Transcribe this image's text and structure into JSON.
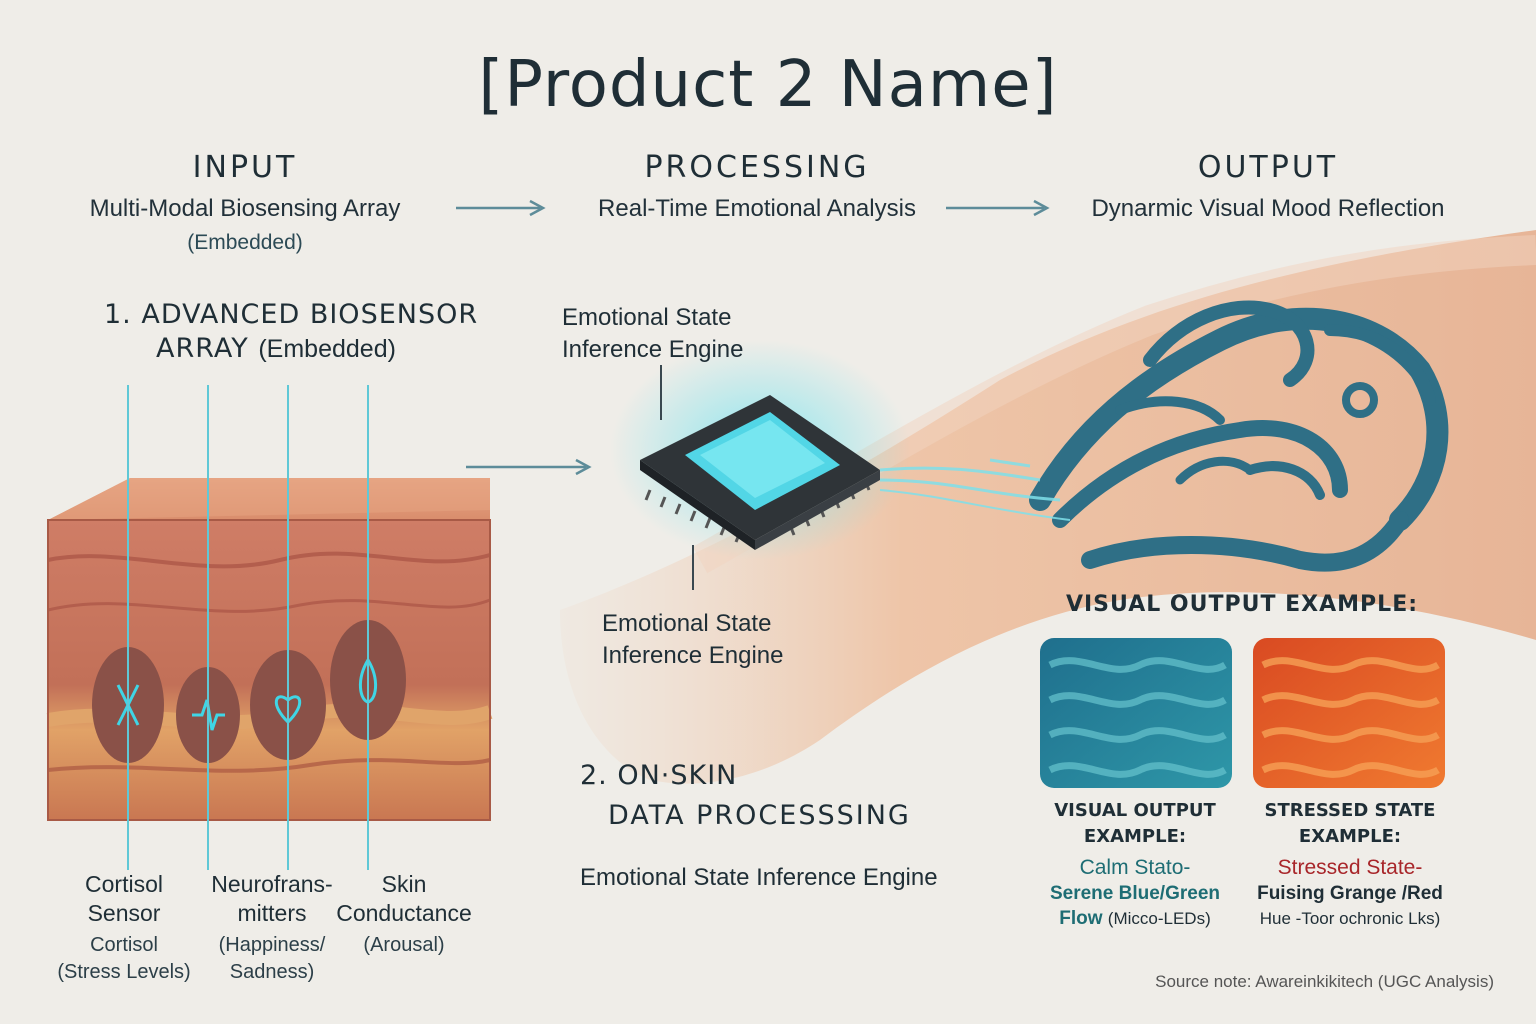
{
  "title": "[Product 2 Name]",
  "stages": [
    {
      "heading": "INPUT",
      "subtitle": "Multi-Modal Biosensing Array",
      "note": "(Embedded)"
    },
    {
      "heading": "PROCESSING",
      "subtitle": "Real-Time Emotional Analysis"
    },
    {
      "heading": "OUTPUT",
      "subtitle": "Dynarmic Visual Mood Reflection"
    }
  ],
  "section1": {
    "line1": "1. ADVANCED BIOSENSOR",
    "line2": "ARRAY",
    "line2_suffix": "(Embedded)"
  },
  "chip": {
    "label_top_1": "Emotional State",
    "label_top_2": "Inference Engine",
    "label_bottom_1": "Emotional State",
    "label_bottom_2": "Inference Engine"
  },
  "sensors": [
    {
      "name_1": "Cortisol",
      "name_2": "Sensor",
      "desc_1": "Cortisol",
      "desc_2": "(Stress Levels)"
    },
    {
      "name_1": "Neurofrans-",
      "name_2": "mitters",
      "desc_1": "(Happiness/",
      "desc_2": "Sadness)"
    },
    {
      "name_1": "Skin",
      "name_2": "Conductance",
      "desc_1": "(Arousal)",
      "desc_2": ""
    }
  ],
  "section2": {
    "line1": "2. ON·SKIN",
    "line2": "DATA PROCESSSING",
    "caption": "Emotional State Inference Engine"
  },
  "visual_output": {
    "heading": "VISUAL OUTPUT EXAMPLE:",
    "examples": [
      {
        "head_1": "VISUAL OUTPUT",
        "head_2": "EXAMPLE:",
        "state": "Calm Stato-",
        "desc_1": "Serene Blue/Green",
        "desc_2_bold": "Flow",
        "desc_2": "(Micco-LEDs)",
        "color": "#1e6d74"
      },
      {
        "head_1": "STRESSED STATE",
        "head_2": "EXAMPLE:",
        "state": "Stressed State-",
        "desc_1": "Fuising Grange /Red",
        "desc_2_bold": "",
        "desc_2": "Hue -Toor ochronic Lks)",
        "color": "#a8262a"
      }
    ]
  },
  "source_note": "Source note: Awareinkikitech (UGC Analysis)",
  "colors": {
    "accent_teal": "#36c6d8",
    "tattoo": "#2f6f86",
    "skin": "#e8b89a",
    "stress": "#e2582a",
    "calm": "#2a86a0"
  }
}
